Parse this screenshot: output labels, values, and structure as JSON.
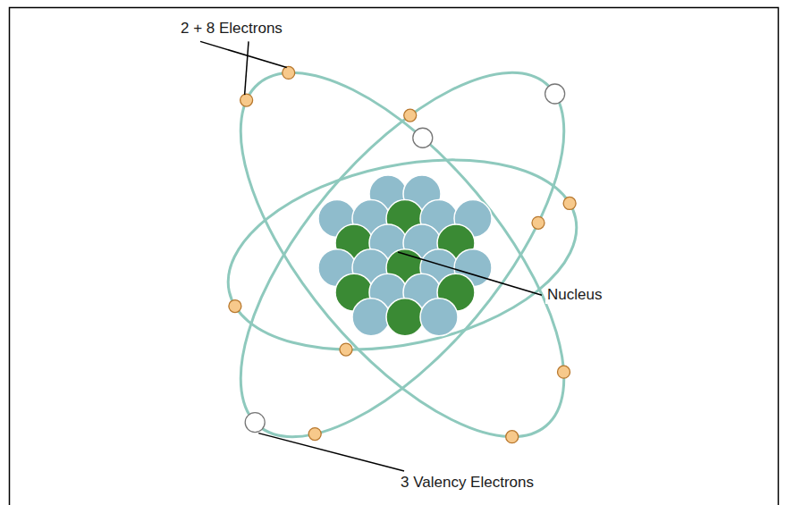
{
  "diagram": {
    "labels": [
      "2 + 8 Electrons",
      "Nucleus",
      "3 Valency Electrons"
    ]
  }
}
